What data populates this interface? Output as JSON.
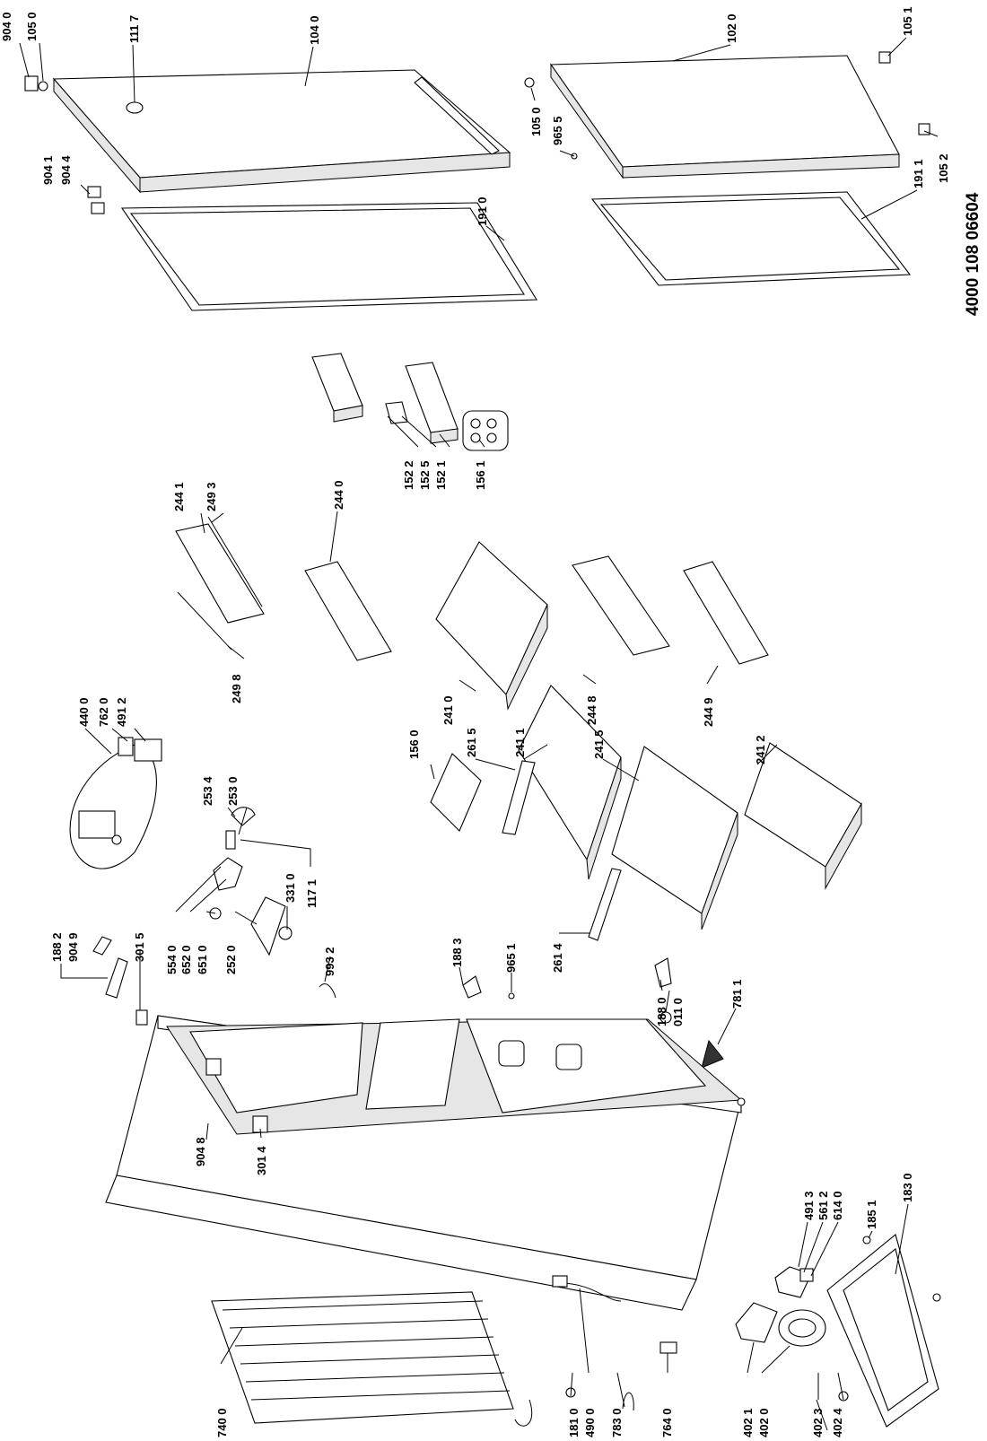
{
  "document_number": "4000 108 06604",
  "part_labels": [
    "904 0",
    "105 0",
    "111 7",
    "104 0",
    "102 0",
    "105 1",
    "105 0",
    "965 5",
    "105 2",
    "904 1",
    "904 4",
    "191 0",
    "191 1",
    "244 1",
    "249 3",
    "249 8",
    "244 0",
    "152 2",
    "152 5",
    "152 1",
    "156 1",
    "241 0",
    "440 0",
    "762 0",
    "491 2",
    "253 4",
    "253 0",
    "117 1",
    "554 0",
    "652 0",
    "651 0",
    "252 0",
    "331 0",
    "156 0",
    "261 5",
    "241 1",
    "244 8",
    "241 5",
    "244 9",
    "241 2",
    "188 2",
    "904 9",
    "301 5",
    "993 2",
    "188 3",
    "965 1",
    "261 4",
    "188 0",
    "011 0",
    "781 1",
    "904 8",
    "301 4",
    "491 3",
    "561 2",
    "614 0",
    "185 1",
    "183 0",
    "740 0",
    "181 0",
    "490 0",
    "783 0",
    "764 0",
    "402 1",
    "402 0",
    "402 3",
    "402 4"
  ]
}
